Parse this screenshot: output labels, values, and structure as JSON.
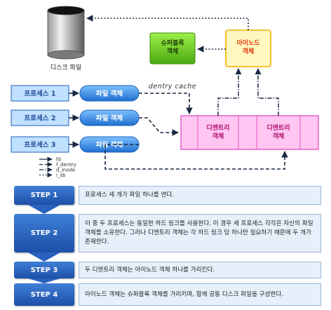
{
  "disk": {
    "label": "디스크 파일"
  },
  "superblock": {
    "label": "슈퍼블록\n객체"
  },
  "inode": {
    "label": "아이노드\n객체"
  },
  "processes": [
    "프로세스 1",
    "프로세스 2",
    "프로세스 3"
  ],
  "file_objects": [
    "파일 객체",
    "파일 객체",
    "파일 객체"
  ],
  "dentry_cache": {
    "label": "dentry cache"
  },
  "dentries": [
    "디엔트리\n객체",
    "디엔트리\n객체"
  ],
  "legend": [
    "fd",
    "f_dentry",
    "d_inode",
    "i_sb"
  ],
  "steps": [
    {
      "tag": "STEP 1",
      "text": "프로세스 세 개가 파일 하나를 연다."
    },
    {
      "tag": "STEP 2",
      "text": "이 중 두 프로세스는 동일한 하드 링크를 사용한다. 이 경우 세 프로세스 각각은 자신의 파일 객체를 소유한다. 그러나 디엔트리 객체는 각 하드 링크 당 하나만 필요하기 때문에 두 개가 존재한다."
    },
    {
      "tag": "STEP 3",
      "text": "두 디엔트리 객체는 아이노드 객체 하나를 가리킨다."
    },
    {
      "tag": "STEP 4",
      "text": "아이노드 객체는 슈퍼블록 객체를 가리키며, 함께 공동 디스크 파일을 구성한다."
    }
  ],
  "colors": {
    "process_fill": "#bfe0ff",
    "process_border": "#3c78c8",
    "file_fill": "#2f8be0",
    "dentry_fill": "#ffc2f0",
    "dentry_border": "#e455c6",
    "superblock_fill": "#6fd02a",
    "inode_fill": "#fff7c0",
    "inode_border": "#f0b000",
    "step_tag": "#2a62bf",
    "step_desc": "#e6effa"
  }
}
